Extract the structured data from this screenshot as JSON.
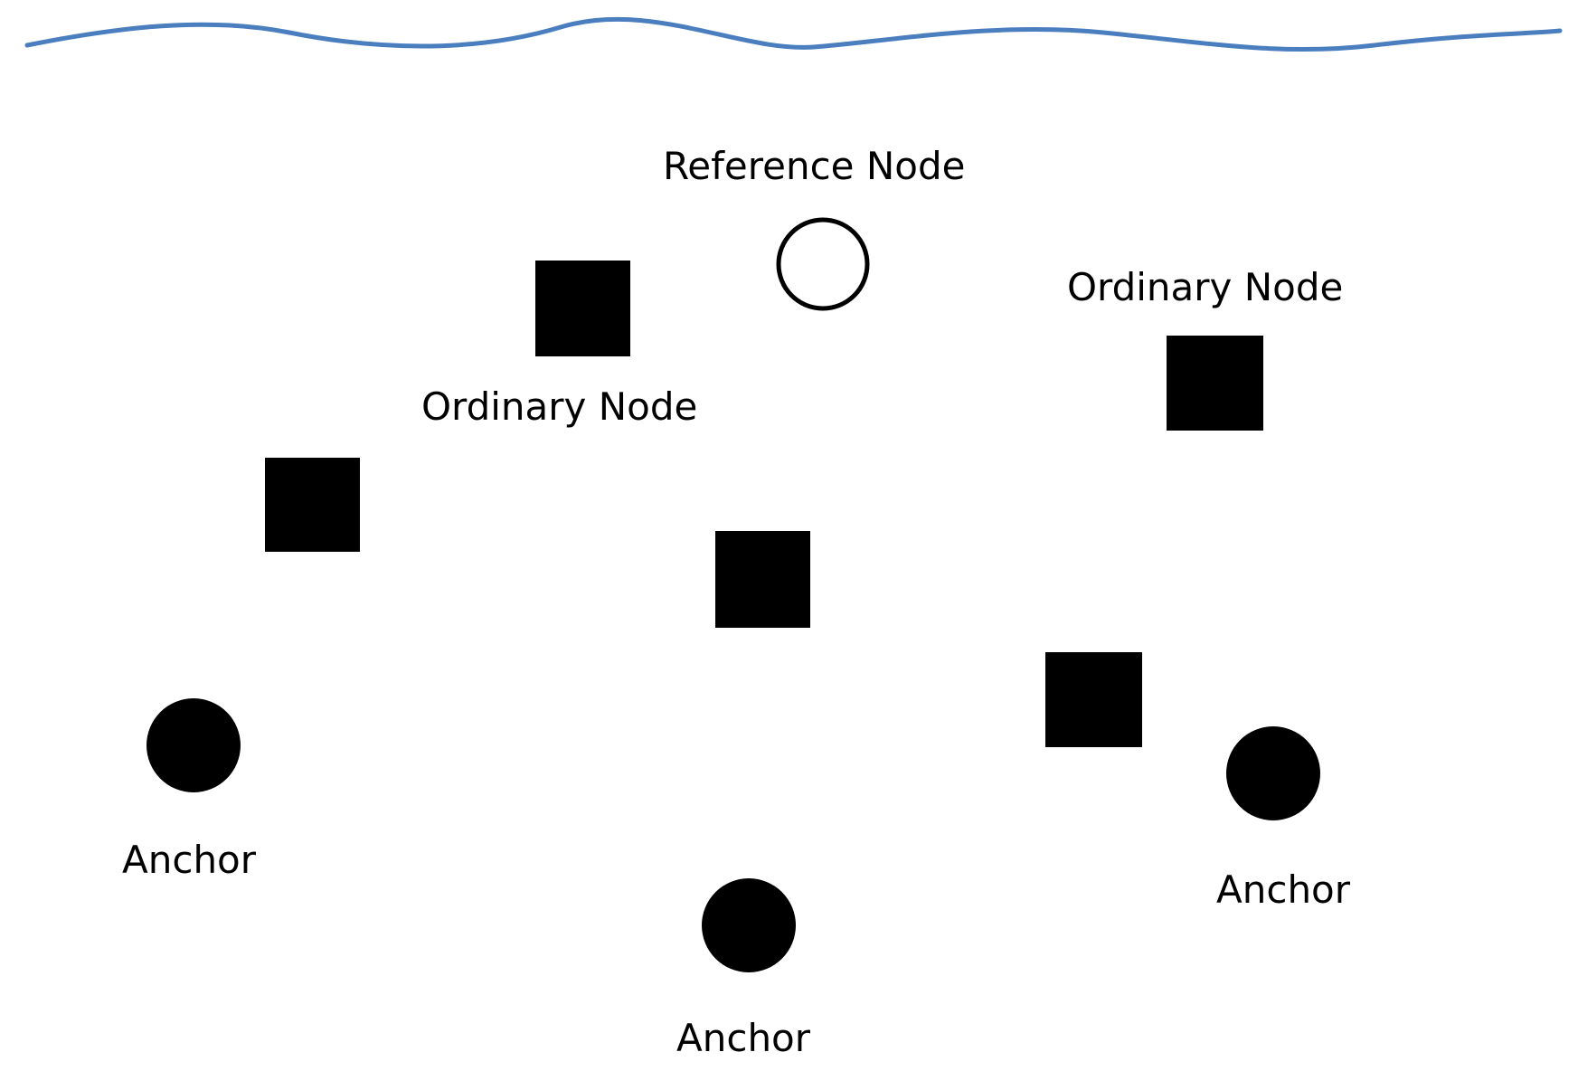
{
  "colors": {
    "water_surface": "#4a7ebf",
    "node_fill": "#000000",
    "reference_fill": "#ffffff",
    "background": "#ffffff"
  },
  "labels": {
    "reference_node": "Reference Node",
    "ordinary_node_top": "Ordinary Node",
    "ordinary_node_right": "Ordinary Node",
    "anchor_left": "Anchor",
    "anchor_bottom": "Anchor",
    "anchor_right": "Anchor"
  },
  "legend_shapes": {
    "reference_node": "hollow-circle",
    "ordinary_node": "filled-square",
    "anchor": "filled-circle"
  }
}
